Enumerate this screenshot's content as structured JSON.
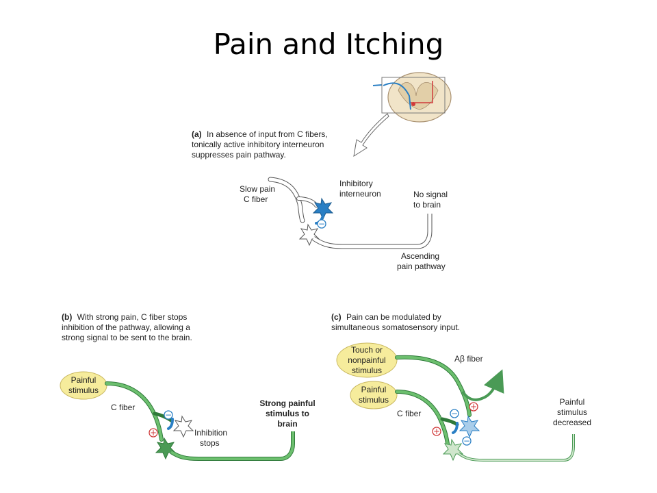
{
  "title": "Pain and Itching",
  "panel_a": {
    "letter": "(a)",
    "caption": [
      "In absence of input from C fibers,",
      "tonically active inhibitory interneuron",
      "suppresses pain pathway."
    ],
    "label_slow_pain": [
      "Slow pain",
      "C fiber"
    ],
    "label_interneuron": [
      "Inhibitory",
      "interneuron"
    ],
    "label_no_signal": [
      "No signal",
      "to brain"
    ],
    "label_pathway": [
      "Ascending",
      "pain pathway"
    ],
    "minus_sign": "−"
  },
  "panel_b": {
    "letter": "(b)",
    "caption": [
      "With strong pain, C fiber stops",
      "inhibition of the pathway, allowing a",
      "strong signal to be sent to the brain."
    ],
    "label_stimulus": [
      "Painful",
      "stimulus"
    ],
    "label_fiber": "C fiber",
    "label_inhibition": [
      "Inhibition",
      "stops"
    ],
    "label_strong": [
      "Strong painful",
      "stimulus to",
      "brain"
    ],
    "plus_sign": "+",
    "minus_sign": "−"
  },
  "panel_c": {
    "letter": "(c)",
    "caption": [
      "Pain can be modulated by",
      "simultaneous somatosensory input."
    ],
    "label_touch": [
      "Touch or",
      "nonpainful",
      "stimulus"
    ],
    "label_abeta": "Aβ fiber",
    "label_stimulus": [
      "Painful",
      "stimulus"
    ],
    "label_fiber": "C fiber",
    "label_decreased": [
      "Painful",
      "stimulus",
      "decreased"
    ],
    "plus_sign": "+",
    "minus_sign": "−"
  },
  "colors": {
    "green": "#4a9a55",
    "green_light": "#cfe6cc",
    "blue": "#2a7fc4",
    "red": "#d03a3a",
    "yellow": "#f6ec9c",
    "cord": "#efe0c2"
  }
}
